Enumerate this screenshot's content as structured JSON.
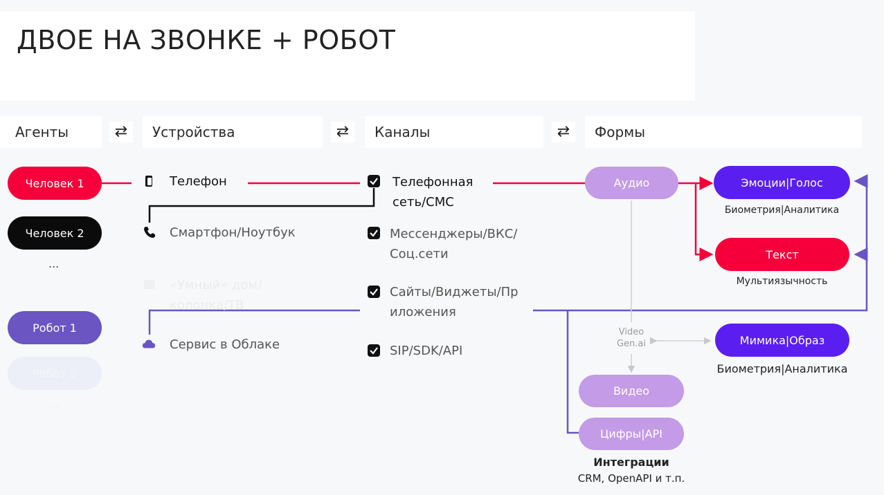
{
  "title": "ДВОЕ НА ЗВОНКЕ + РОБОТ",
  "headers": {
    "agents": "Агенты",
    "devices": "Устройства",
    "channels": "Каналы",
    "forms": "Формы",
    "swap_symbol": "⇄"
  },
  "agents": {
    "human1": "Человек 1",
    "human2": "Человек 2",
    "ellipsis": "...",
    "robot1": "Робот 1",
    "robot2": "Робот 2",
    "ellipsis2": "..."
  },
  "devices": {
    "phone": "Телефон",
    "smartphone": "Смартфон/Ноутбук",
    "smart_home": "«Умный» дом/колонка/ТВ",
    "cloud": "Сервис в Облаке"
  },
  "channels": {
    "phone_net": "Телефонная сеть/СМС",
    "messengers": "Мессенджеры/ВКС/ Соц.сети",
    "sites": "Сайты/Виджеты/Пр иложения",
    "sip": "SIP/SDK/API"
  },
  "forms": {
    "audio": "Аудио",
    "emotions": "Эмоции|Голос",
    "emotions_caption": "Биометрия|Аналитика",
    "text": "Текст",
    "text_caption": "Мультиязычность",
    "video_gen": "Video Gen.ai",
    "mimic": "Мимика|Образ",
    "mimic_caption": "Биометрия|Аналитика",
    "video": "Видео",
    "digits": "Цифры|API",
    "integrations_title": "Интеграции",
    "integrations_caption": "CRM, OpenAPI и т.п."
  },
  "colors": {
    "red": "#f5003a",
    "black": "#0b0b0b",
    "purple": "#6a55c2",
    "violet": "#5a1ff0",
    "lilac": "#c39be6",
    "light_robot": "#eceef8"
  }
}
